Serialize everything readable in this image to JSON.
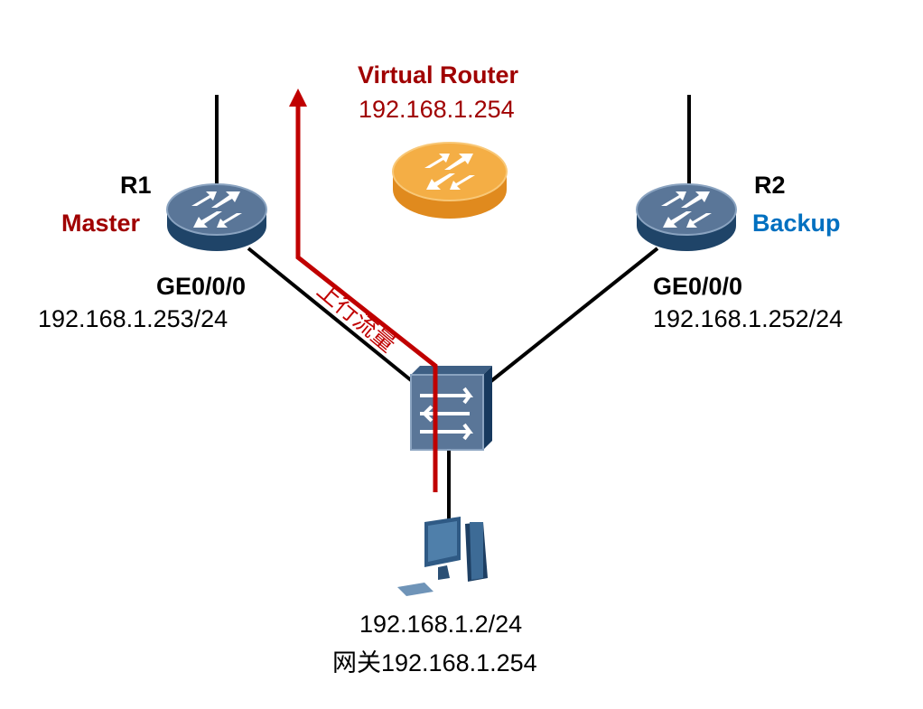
{
  "virtual_router": {
    "title": "Virtual Router",
    "ip": "192.168.1.254"
  },
  "r1": {
    "name": "R1",
    "role": "Master",
    "interface": "GE0/0/0",
    "ip": "192.168.1.253/24"
  },
  "r2": {
    "name": "R2",
    "role": "Backup",
    "interface": "GE0/0/0",
    "ip": "192.168.1.252/24"
  },
  "traffic_label": "上行流量",
  "pc": {
    "ip": "192.168.1.2/24",
    "gateway": "网关192.168.1.254"
  },
  "colors": {
    "master": "#a00000",
    "backup": "#0070c0",
    "traffic": "#c00000",
    "router": "#4a6a8f",
    "virtual_router": "#f0a030"
  }
}
